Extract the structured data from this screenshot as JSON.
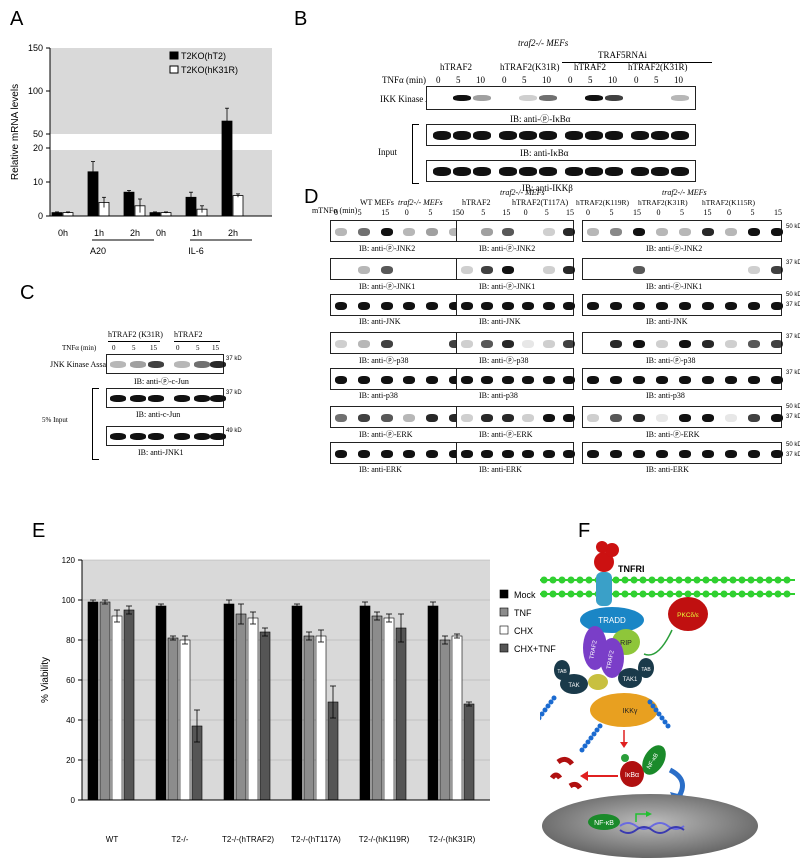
{
  "panels": {
    "A": "A",
    "B": "B",
    "C": "C",
    "D": "D",
    "E": "E",
    "F": "F"
  },
  "panelA": {
    "ylabel": "Relative mRNA levels",
    "legend": [
      "T2KO(hT2)",
      "T2KO(hK31R)"
    ],
    "xgroups": [
      "A20",
      "IL-6"
    ],
    "xticks": [
      "0h",
      "1h",
      "2h",
      "0h",
      "1h",
      "2h"
    ]
  },
  "panelB": {
    "header": "traf2-/- MEFs",
    "subheader": "TRAF5RNAi",
    "groups": [
      "hTRAF2",
      "hTRAF2(K31R)",
      "hTRAF2",
      "hTRAF2(K31R)"
    ],
    "tnf_label": "TNFα (min)",
    "times": [
      "0",
      "5",
      "10"
    ],
    "assay": "IKK Kinase Assay",
    "input": "Input",
    "captions": [
      "IB: anti-ⓟ-IκBα",
      "IB: anti-IκBα",
      "IB: anti-IKKβ"
    ]
  },
  "panelC": {
    "groups": [
      "hTRAF2 (K31R)",
      "hTRAF2"
    ],
    "tnf_label": "TNFα (min)",
    "times": [
      "0",
      "5",
      "15"
    ],
    "assay": "JNK Kinase Assay",
    "input": "5% Input",
    "captions": [
      "IB: anti-ⓟ-c-Jun",
      "IB: anti-c-Jun",
      "IB: anti-JNK1"
    ],
    "kd": [
      "37 kD",
      "37 kD",
      "49 kD"
    ]
  },
  "panelD": {
    "tnf_label": "mTNFα (min)",
    "times": [
      "0",
      "5",
      "15"
    ],
    "col1": {
      "groups": [
        "WT MEFs",
        "traf2-/- MEFs"
      ]
    },
    "col2": {
      "header": "traf2-/- MEFs",
      "groups": [
        "hTRAF2",
        "hTRAF2(T117A)"
      ]
    },
    "col3": {
      "header": "traf2-/- MEFs",
      "groups": [
        "hTRAF2(K119R)",
        "hTRAF2(K31R)",
        "hTRAF2(K115R)"
      ]
    },
    "captions": [
      "IB: anti-ⓟ-JNK2",
      "IB: anti-ⓟ-JNK1",
      "IB: anti-JNK",
      "IB: anti-ⓟ-p38",
      "IB: anti-p38",
      "IB: anti-ⓟ-ERK",
      "IB: anti-ERK"
    ],
    "kd": [
      "50 kD",
      "37 kD",
      "50 kD",
      "37 kD",
      "37 kD",
      "37 kD",
      "50 kD",
      "37 kD",
      "50 kD",
      "37 kD"
    ]
  },
  "panelF": {
    "labels": [
      "TNFRI",
      "TRADD",
      "RIP",
      "PKCδ/ε",
      "TRAF2",
      "TRAF2",
      "TAK",
      "TAB",
      "TAK1",
      "TAB",
      "IKKγ",
      "IκBα",
      "NF-κB",
      "NF-κB"
    ]
  },
  "chart_data": [
    {
      "type": "bar",
      "ylabel": "Relative mRNA levels",
      "categories": [
        "0h",
        "1h",
        "2h",
        "0h",
        "1h",
        "2h"
      ],
      "groups": [
        "A20",
        "IL-6"
      ],
      "series": [
        {
          "name": "T2KO(hT2)",
          "values": [
            1,
            13,
            7,
            1,
            5.5,
            65
          ],
          "errors": [
            0.2,
            3,
            0.5,
            0.2,
            1.5,
            15
          ]
        },
        {
          "name": "T2KO(hK31R)",
          "values": [
            1,
            4,
            3,
            1,
            2,
            6
          ],
          "errors": [
            0.2,
            1.5,
            2,
            0.2,
            1,
            0.5
          ]
        }
      ],
      "yticks": [
        0,
        10,
        20,
        50,
        100,
        150
      ]
    },
    {
      "type": "bar",
      "ylabel": "% Viability",
      "categories": [
        "WT",
        "T2-/-",
        "T2-/-(hTRAF2)",
        "T2-/-(hT117A)",
        "T2-/-(hK119R)",
        "T2-/-(hK31R)"
      ],
      "series": [
        {
          "name": "Mock",
          "values": [
            99,
            97,
            98,
            97,
            97,
            97
          ],
          "errors": [
            1,
            1,
            2,
            1,
            2,
            2
          ],
          "color": "#000000"
        },
        {
          "name": "TNF",
          "values": [
            99,
            81,
            93,
            82,
            92,
            80
          ],
          "errors": [
            1,
            1,
            5,
            2,
            2,
            2
          ],
          "color": "#8c8c8c"
        },
        {
          "name": "CHX",
          "values": [
            92,
            80,
            91,
            82,
            91,
            82
          ],
          "errors": [
            3,
            2,
            3,
            3,
            2,
            1
          ],
          "color": "#ffffff"
        },
        {
          "name": "CHX+TNF",
          "values": [
            95,
            37,
            84,
            49,
            86,
            48
          ],
          "errors": [
            2,
            8,
            2,
            8,
            7,
            1
          ],
          "color": "#555555"
        }
      ],
      "ylim": [
        0,
        120
      ],
      "yticks": [
        0,
        20,
        40,
        60,
        80,
        100,
        120
      ],
      "grid": true,
      "legend": "right"
    }
  ]
}
